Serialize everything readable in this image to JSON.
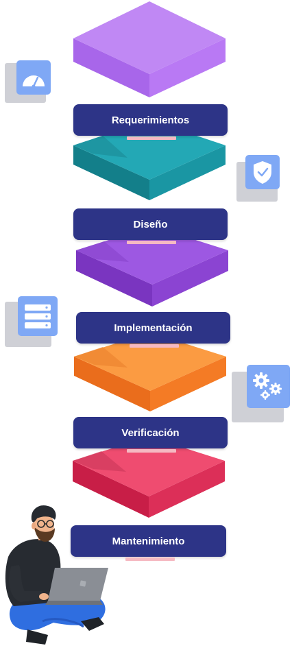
{
  "stages": [
    {
      "label": "Requerimientos"
    },
    {
      "label": "Diseño"
    },
    {
      "label": "Implementación"
    },
    {
      "label": "Verificación"
    },
    {
      "label": "Mantenimiento"
    }
  ],
  "icons": [
    "speedometer-icon",
    "shield-check-icon",
    "server-icon",
    "gears-icon"
  ],
  "colors": {
    "label_bg": "#2d3487",
    "layer_purple": "#b57ef0",
    "layer_teal": "#23a8b5",
    "layer_violet": "#8f4fd6",
    "layer_orange": "#f98c35",
    "layer_pink": "#ea4067",
    "icon_tile": "#7fa8f5"
  }
}
